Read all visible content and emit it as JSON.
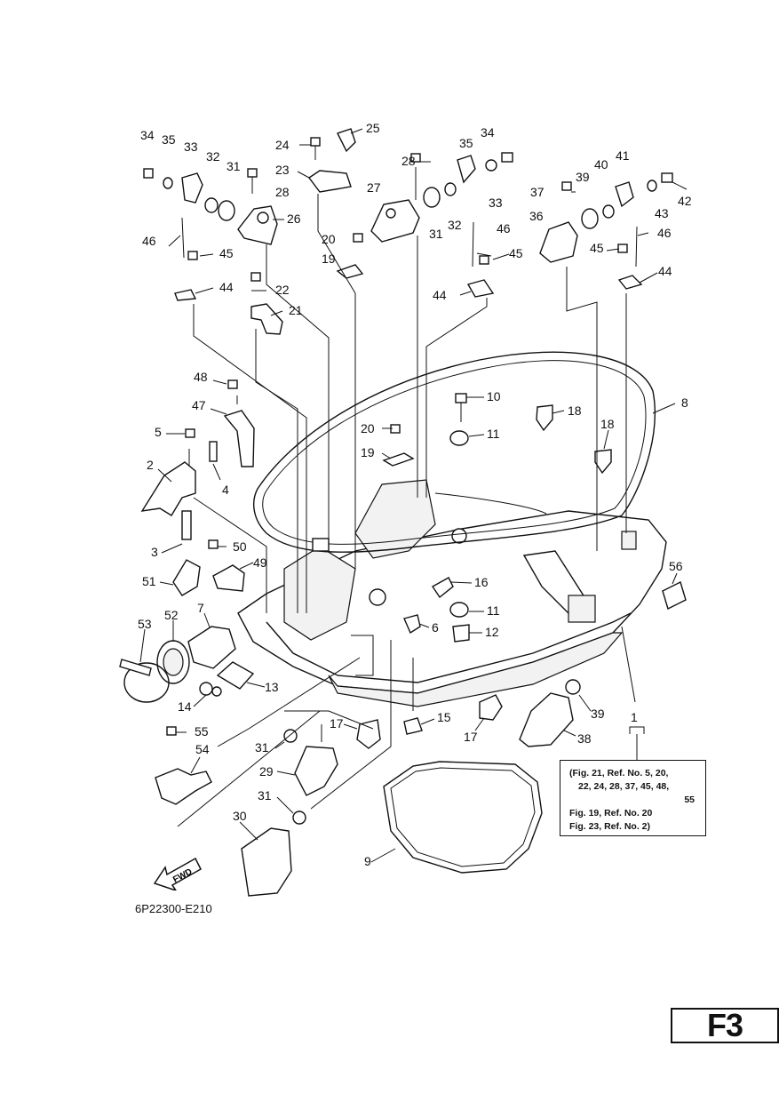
{
  "diagram_code": "6P22300-E210",
  "figure_id": "F3",
  "fwd_label": "FWD",
  "reference_note": {
    "line1": "(Fig. 21, Ref. No. 5, 20,",
    "line2": "22, 24, 28, 37, 45, 48,",
    "line3": "55",
    "line4": "Fig. 19, Ref. No. 20",
    "line5": "Fig. 23, Ref. No. 2)"
  },
  "callouts": [
    {
      "id": "c34a",
      "text": "34"
    },
    {
      "id": "c35a",
      "text": "35"
    },
    {
      "id": "c33a",
      "text": "33"
    },
    {
      "id": "c32a",
      "text": "32"
    },
    {
      "id": "c31a",
      "text": "31"
    },
    {
      "id": "c28a",
      "text": "28"
    },
    {
      "id": "c26",
      "text": "26"
    },
    {
      "id": "c24",
      "text": "24"
    },
    {
      "id": "c25",
      "text": "25"
    },
    {
      "id": "c23",
      "text": "23"
    },
    {
      "id": "c28b",
      "text": "28"
    },
    {
      "id": "c27",
      "text": "27"
    },
    {
      "id": "c35b",
      "text": "35"
    },
    {
      "id": "c34b",
      "text": "34"
    },
    {
      "id": "c33b",
      "text": "33"
    },
    {
      "id": "c31b",
      "text": "31"
    },
    {
      "id": "c32b",
      "text": "32"
    },
    {
      "id": "c46b",
      "text": "46"
    },
    {
      "id": "c20a",
      "text": "20"
    },
    {
      "id": "c19a",
      "text": "19"
    },
    {
      "id": "c45b",
      "text": "45"
    },
    {
      "id": "c44b",
      "text": "44"
    },
    {
      "id": "c37",
      "text": "37"
    },
    {
      "id": "c39a",
      "text": "39"
    },
    {
      "id": "c40",
      "text": "40"
    },
    {
      "id": "c41",
      "text": "41"
    },
    {
      "id": "c42",
      "text": "42"
    },
    {
      "id": "c43",
      "text": "43"
    },
    {
      "id": "c36",
      "text": "36"
    },
    {
      "id": "c46c",
      "text": "46"
    },
    {
      "id": "c45c",
      "text": "45"
    },
    {
      "id": "c44c",
      "text": "44"
    },
    {
      "id": "c46a",
      "text": "46"
    },
    {
      "id": "c45a",
      "text": "45"
    },
    {
      "id": "c44a",
      "text": "44"
    },
    {
      "id": "c22",
      "text": "22"
    },
    {
      "id": "c21",
      "text": "21"
    },
    {
      "id": "c48",
      "text": "48"
    },
    {
      "id": "c47",
      "text": "47"
    },
    {
      "id": "c5",
      "text": "5"
    },
    {
      "id": "c4",
      "text": "4"
    },
    {
      "id": "c2",
      "text": "2"
    },
    {
      "id": "c3",
      "text": "3"
    },
    {
      "id": "c50",
      "text": "50"
    },
    {
      "id": "c49",
      "text": "49"
    },
    {
      "id": "c51",
      "text": "51"
    },
    {
      "id": "c7",
      "text": "7"
    },
    {
      "id": "c53",
      "text": "53"
    },
    {
      "id": "c52",
      "text": "52"
    },
    {
      "id": "c13",
      "text": "13"
    },
    {
      "id": "c14",
      "text": "14"
    },
    {
      "id": "c10",
      "text": "10"
    },
    {
      "id": "c18a",
      "text": "18"
    },
    {
      "id": "c18b",
      "text": "18"
    },
    {
      "id": "c8",
      "text": "8"
    },
    {
      "id": "c20b",
      "text": "20"
    },
    {
      "id": "c11a",
      "text": "11"
    },
    {
      "id": "c19b",
      "text": "19"
    },
    {
      "id": "c16",
      "text": "16"
    },
    {
      "id": "c56",
      "text": "56"
    },
    {
      "id": "c11b",
      "text": "11"
    },
    {
      "id": "c6",
      "text": "6"
    },
    {
      "id": "c12",
      "text": "12"
    },
    {
      "id": "c15",
      "text": "15"
    },
    {
      "id": "c17a",
      "text": "17"
    },
    {
      "id": "c17b",
      "text": "17"
    },
    {
      "id": "c39b",
      "text": "39"
    },
    {
      "id": "c38",
      "text": "38"
    },
    {
      "id": "c1",
      "text": "1"
    },
    {
      "id": "c55",
      "text": "55"
    },
    {
      "id": "c54",
      "text": "54"
    },
    {
      "id": "c31c",
      "text": "31"
    },
    {
      "id": "c29",
      "text": "29"
    },
    {
      "id": "c31d",
      "text": "31"
    },
    {
      "id": "c30",
      "text": "30"
    },
    {
      "id": "c9",
      "text": "9"
    }
  ]
}
